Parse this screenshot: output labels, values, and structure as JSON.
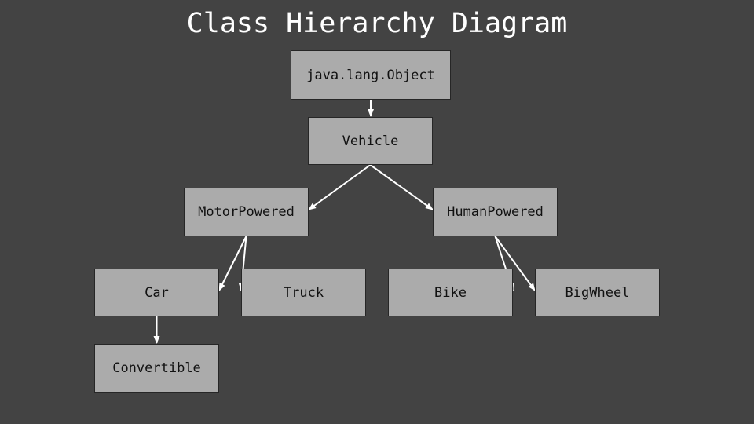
{
  "title": "Class Hierarchy Diagram",
  "nodes": {
    "object": "java.lang.Object",
    "vehicle": "Vehicle",
    "motor_powered": "MotorPowered",
    "human_powered": "HumanPowered",
    "car": "Car",
    "truck": "Truck",
    "bike": "Bike",
    "big_wheel": "BigWheel",
    "convertible": "Convertible"
  },
  "edges": [
    [
      "object",
      "vehicle"
    ],
    [
      "vehicle",
      "motor_powered"
    ],
    [
      "vehicle",
      "human_powered"
    ],
    [
      "motor_powered",
      "car"
    ],
    [
      "motor_powered",
      "truck"
    ],
    [
      "human_powered",
      "bike"
    ],
    [
      "human_powered",
      "big_wheel"
    ],
    [
      "car",
      "convertible"
    ]
  ],
  "colors": {
    "background": "#434343",
    "node_fill": "#ababab",
    "node_border": "#262626",
    "edge": "#ffffff",
    "title": "#ffffff"
  }
}
